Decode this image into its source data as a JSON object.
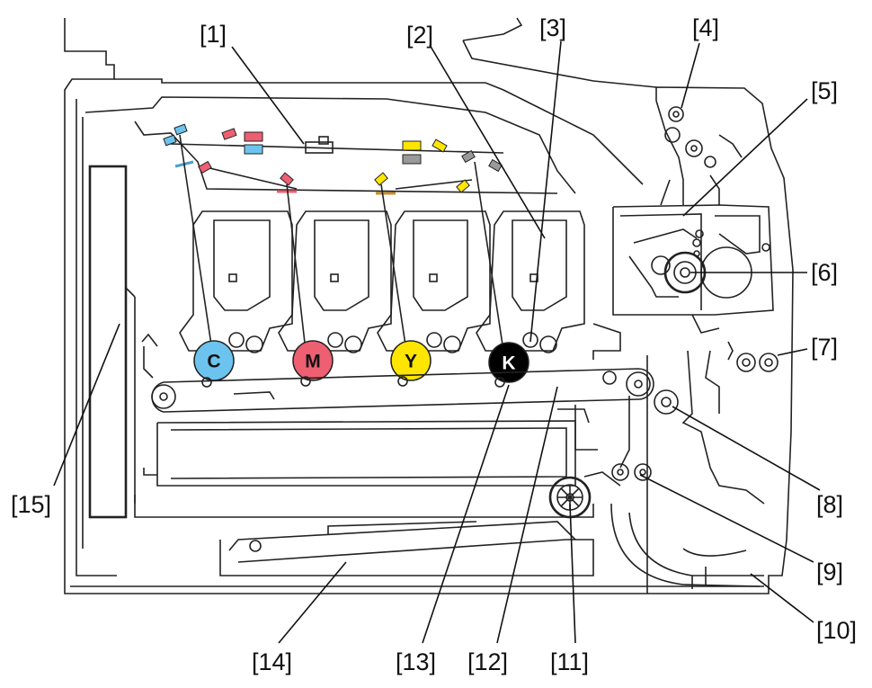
{
  "callouts": [
    "[1]",
    "[2]",
    "[3]",
    "[4]",
    "[5]",
    "[6]",
    "[7]",
    "[8]",
    "[9]",
    "[10]",
    "[11]",
    "[12]",
    "[13]",
    "[14]",
    "[15]"
  ],
  "drums": [
    {
      "letter": "C",
      "color": "#6cc4ee",
      "text_color": "#111111"
    },
    {
      "letter": "M",
      "color": "#ee5f72",
      "text_color": "#111111"
    },
    {
      "letter": "Y",
      "color": "#ffe600",
      "text_color": "#111111"
    },
    {
      "letter": "K",
      "color": "#000000",
      "text_color": "#ffffff"
    }
  ],
  "colors": {
    "line": "#222222",
    "cyan": "#6cc4ee",
    "magenta": "#ee5f72",
    "yellow": "#ffe600",
    "gray": "#9a9a9a"
  }
}
